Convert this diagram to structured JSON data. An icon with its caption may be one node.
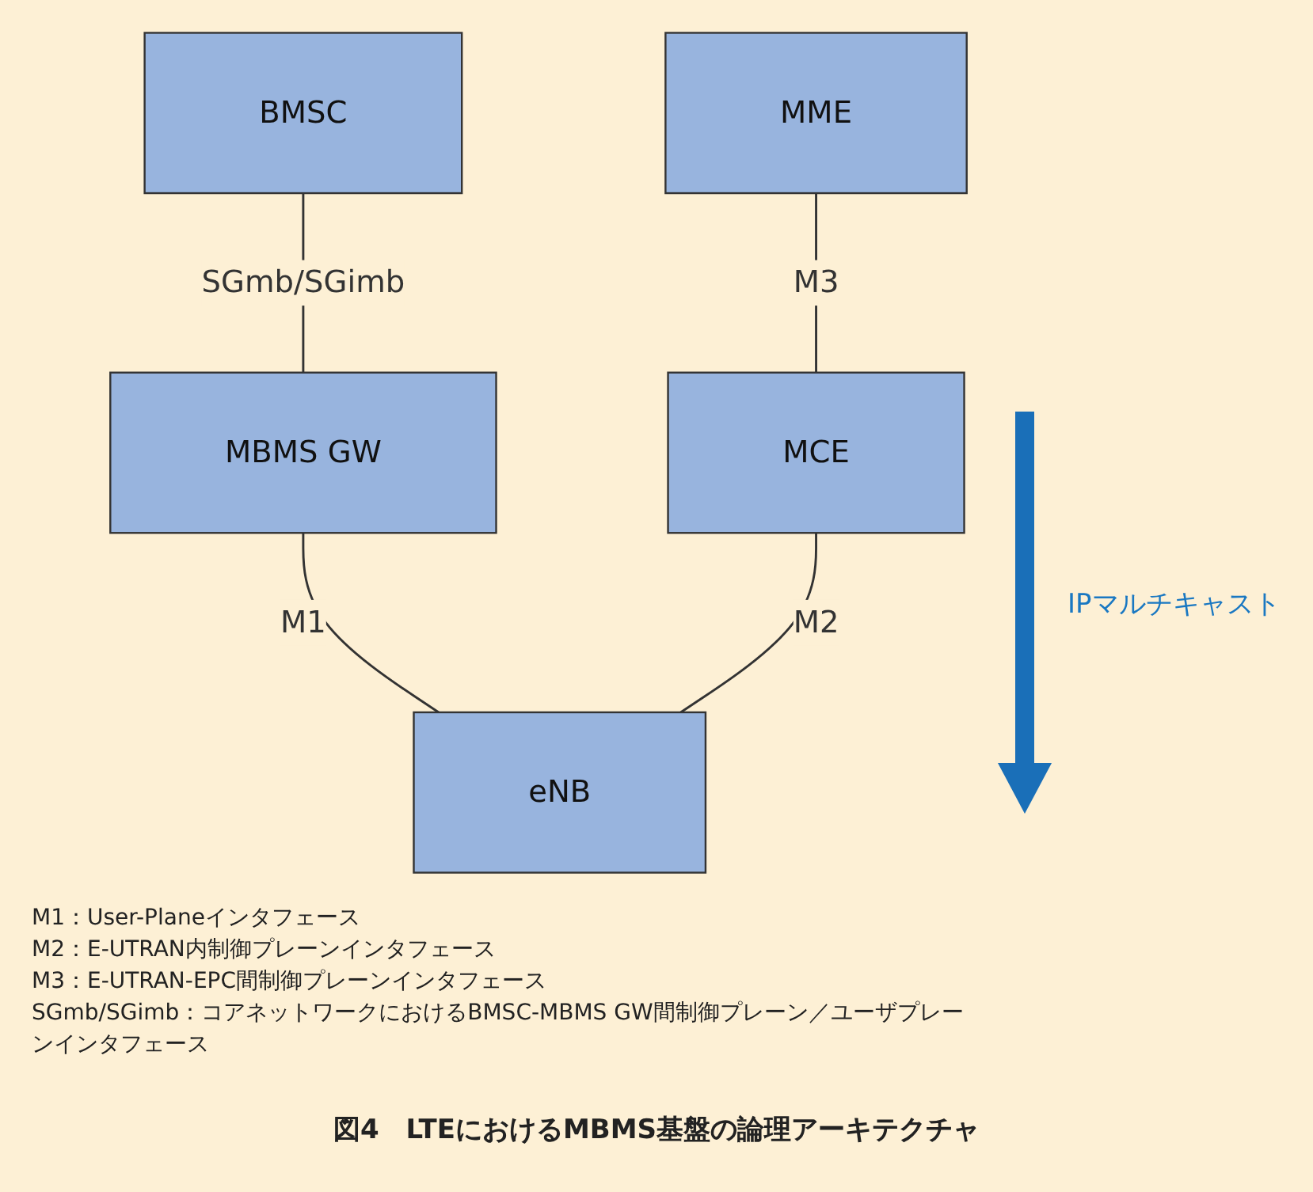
{
  "diagram": {
    "caption": "図4　LTEにおけるMBMS基盤の論理アーキテクチャ",
    "nodes": [
      {
        "text": [
          "BMSC"
        ]
      },
      {
        "text": [
          "MBMS GW"
        ]
      },
      {
        "text": [
          "MME"
        ]
      },
      {
        "text": [
          "MCE"
        ]
      },
      {
        "text": [
          "eNB"
        ]
      }
    ],
    "edges": [
      {
        "from": 0,
        "to": 1,
        "arrow": "none",
        "label": "SGmb/SGimb"
      },
      {
        "from": 2,
        "to": 3,
        "arrow": "none",
        "label": "M3"
      },
      {
        "from": 1,
        "to": 4,
        "arrow": "none",
        "label": "M1"
      },
      {
        "from": 3,
        "to": 4,
        "arrow": "none",
        "label": "M2"
      }
    ],
    "labels": [
      "IPマルチキャスト",
      "M1：User-Planeインタフェース",
      "M2：E-UTRAN内制御プレーンインタフェース",
      "M3：E-UTRAN-EPC間制御プレーンインタフェース",
      "SGmb/SGimb：コアネットワークにおけるBMSC-MBMS GW間制御プレーン／ユーザプレーンインタフェース"
    ]
  }
}
